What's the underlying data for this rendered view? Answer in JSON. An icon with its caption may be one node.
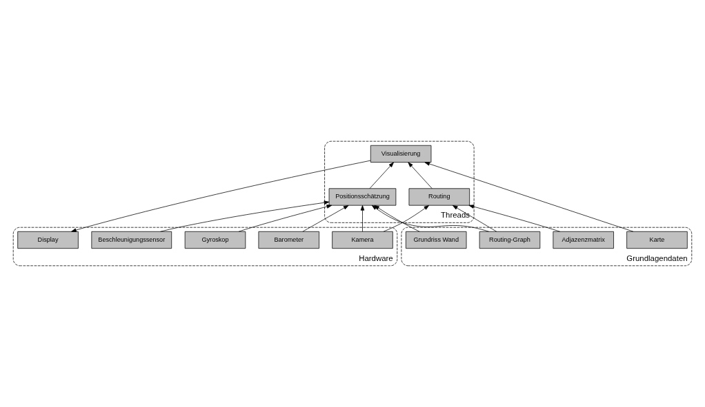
{
  "diagram": {
    "nodes": [
      {
        "text": [
          "Threads"
        ]
      },
      {
        "text": [
          "Routing"
        ],
        "in": 0
      },
      {
        "text": [
          "Visualisierung"
        ],
        "in": 0
      },
      {
        "text": [
          "Positionsschätzung"
        ],
        "in": 0
      },
      {
        "text": [
          "Hardware"
        ]
      },
      {
        "text": [
          "Display"
        ],
        "in": 4
      },
      {
        "text": [
          "Beschleunigungssensor"
        ],
        "in": 4
      },
      {
        "text": [
          "Barometer"
        ],
        "in": 4
      },
      {
        "text": [
          "Gyroskop"
        ],
        "in": 4
      },
      {
        "text": [
          "Kamera"
        ],
        "in": 4
      },
      {
        "text": [
          "Grundlagendaten"
        ]
      },
      {
        "text": [
          "Adjazenzmatrix"
        ],
        "in": 10
      },
      {
        "text": [
          "Karte"
        ],
        "in": 10
      },
      {
        "text": [
          "Routing-Graph"
        ],
        "in": 10
      },
      {
        "text": [
          "Grundriss Wand"
        ],
        "in": 10
      }
    ],
    "edges": [
      {
        "from": 9,
        "to": 1,
        "arrow": "to"
      },
      {
        "from": 2,
        "to": 5,
        "arrow": "to"
      },
      {
        "from": 13,
        "to": 1,
        "arrow": "to"
      },
      {
        "from": 1,
        "to": 2,
        "arrow": "to"
      },
      {
        "from": 3,
        "to": 2,
        "arrow": "to"
      },
      {
        "from": 6,
        "to": 3,
        "arrow": "to"
      },
      {
        "from": 7,
        "to": 3,
        "arrow": "to"
      },
      {
        "from": 8,
        "to": 3,
        "arrow": "to"
      },
      {
        "from": 9,
        "to": 3,
        "arrow": "to"
      },
      {
        "from": 11,
        "to": 1,
        "arrow": "to"
      },
      {
        "from": 12,
        "to": 2,
        "arrow": "to"
      },
      {
        "from": 13,
        "to": 3,
        "arrow": "to"
      },
      {
        "from": 14,
        "to": 3,
        "arrow": "to"
      }
    ]
  }
}
